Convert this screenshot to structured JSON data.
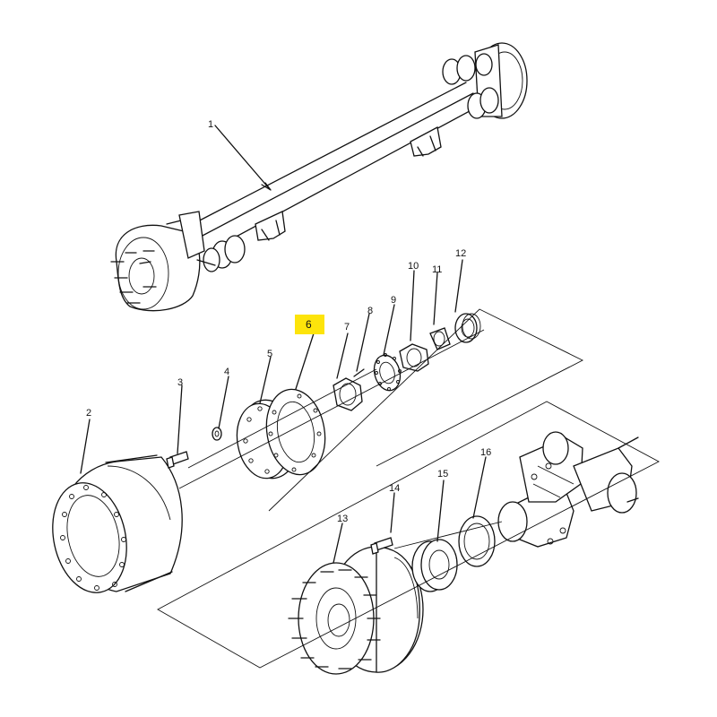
{
  "diagram": {
    "highlight_color": "#fde40b",
    "line_color": "#111111",
    "callouts": [
      "1",
      "2",
      "3",
      "4",
      "5",
      "6",
      "7",
      "8",
      "9",
      "10",
      "11",
      "12",
      "13",
      "14",
      "15",
      "16"
    ],
    "highlighted_callout": "6"
  }
}
